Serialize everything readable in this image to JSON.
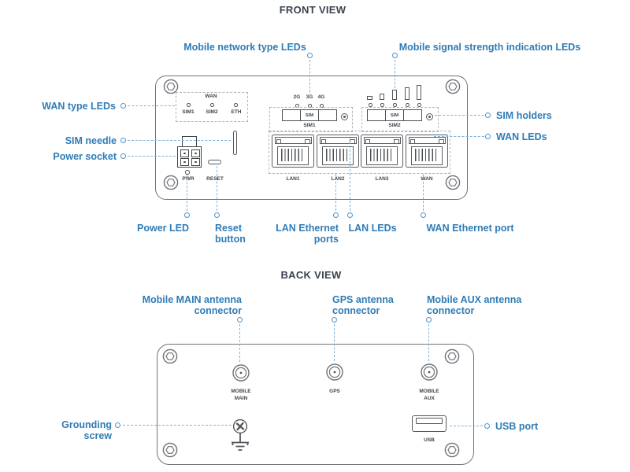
{
  "titles": {
    "front": "FRONT VIEW",
    "back": "BACK VIEW"
  },
  "front": {
    "callouts": {
      "mobile_network_type": "Mobile network type LEDs",
      "mobile_signal_strength": "Mobile signal strength indication LEDs",
      "wan_type": "WAN type LEDs",
      "sim_needle": "SIM needle",
      "power_socket": "Power socket",
      "sim_holders": "SIM holders",
      "wan_leds": "WAN LEDs",
      "power_led": "Power LED",
      "reset_button": [
        "Reset",
        "button"
      ],
      "lan_ethernet_ports": [
        "LAN Ethernet",
        "ports"
      ],
      "lan_leds": "LAN LEDs",
      "wan_ethernet_port": "WAN Ethernet port"
    },
    "panel": {
      "wan_group_title": "WAN",
      "wan_group_leds": [
        "SIM1",
        "SIM2",
        "ETH"
      ],
      "network_type_leds": [
        "2G",
        "3G",
        "4G"
      ],
      "sim_slot_text": "SIM",
      "sim_labels": [
        "SIM1",
        "SIM2"
      ],
      "pwr_label": "PWR",
      "reset_label": "RESET",
      "port_labels": [
        "LAN1",
        "LAN2",
        "LAN3",
        "WAN"
      ]
    }
  },
  "back": {
    "callouts": {
      "mobile_main": [
        "Mobile MAIN antenna",
        "connector"
      ],
      "gps": [
        "GPS antenna",
        "connector"
      ],
      "mobile_aux": [
        "Mobile AUX antenna",
        "connector"
      ],
      "grounding": [
        "Grounding",
        "screw"
      ],
      "usb": "USB port"
    },
    "panel": {
      "mobile_main": [
        "MOBILE",
        "MAIN"
      ],
      "gps": "GPS",
      "mobile_aux": [
        "MOBILE",
        "AUX"
      ],
      "usb": "USB"
    }
  },
  "colors": {
    "callout_text": "#2f7cb6",
    "leader_line": "#7eb2dc",
    "outline": "#6e7277",
    "detail": "#53575c",
    "device_text": "#3f4449",
    "title_text": "#3a4350"
  }
}
